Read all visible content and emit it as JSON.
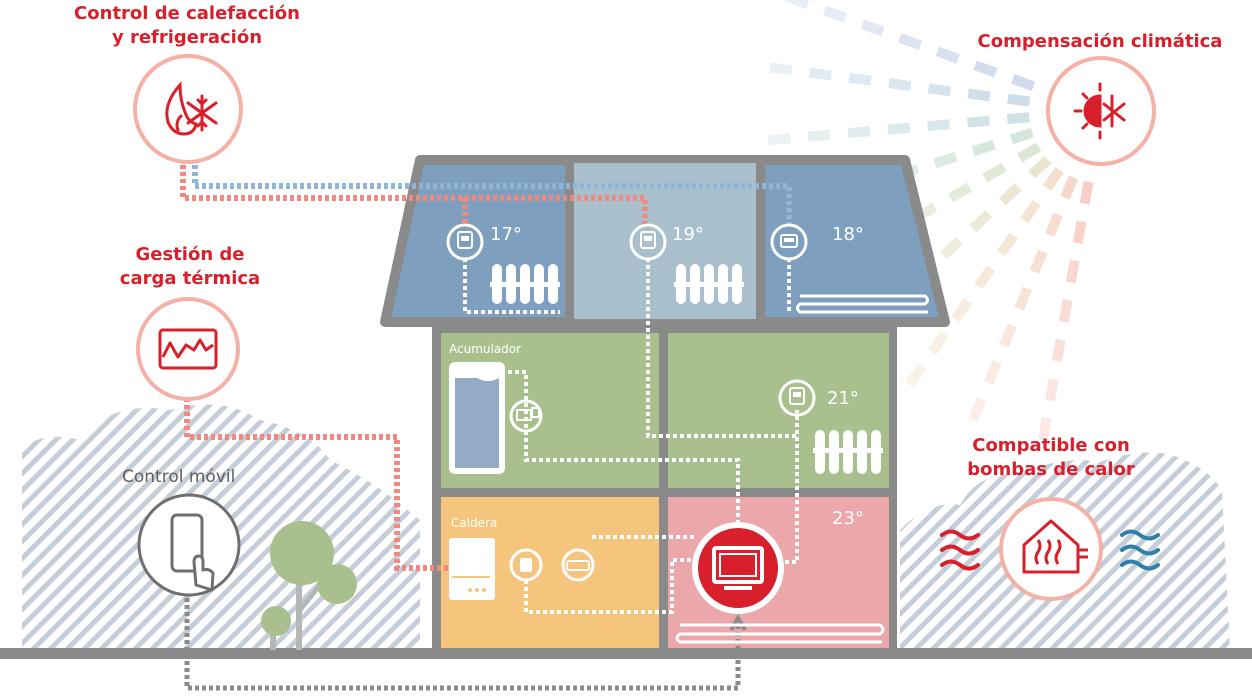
{
  "features": {
    "heating_cooling": "Control de calefacción\ny refrigeración",
    "climate_compensation": "Compensación climática",
    "thermal_load": "Gestión de\ncarga térmica",
    "mobile_control": "Control móvil",
    "heat_pumps": "Compatible con\nbombas de calor"
  },
  "rooms": {
    "attic_left_temp": "17°",
    "attic_middle_temp": "19°",
    "attic_right_temp": "18°",
    "accumulator_label": "Acumulador",
    "middle_right_temp": "21°",
    "boiler_label": "Caldera",
    "bottom_right_temp": "23°"
  },
  "colors": {
    "brand_red": "#d7202b",
    "pink_line": "#f08a80",
    "blue_line": "#8fb5d8",
    "house_outline": "#8a8a8a",
    "attic_blue": "#7f9fbf",
    "attic_light_blue": "#a9bfcc",
    "room_green": "#a9c08e",
    "room_orange": "#f5c57d",
    "room_pink": "#eca7aa"
  },
  "icons": [
    "fire-snow-icon",
    "sun-snow-icon",
    "waveform-monitor-icon",
    "smartphone-touch-icon",
    "heat-pump-house-icon",
    "thermostat-icon",
    "radiator-icon",
    "controller-monitor-icon",
    "tree-icon"
  ]
}
